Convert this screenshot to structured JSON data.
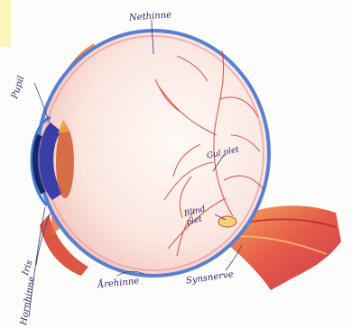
{
  "labels": {
    "top": "Nethinne",
    "pupil": "Pupil",
    "gul_plet": "Gul plet",
    "blind_plet": "Blind plet",
    "iris": "Iris",
    "aarehinne": "Årehinne",
    "synsnerve": "Synsnerve",
    "hornhinne": "Hornhinne"
  },
  "colors": {
    "sclera_outline": "#5b7fd0",
    "vessels": "#d2452f",
    "nerve": "#e0573a",
    "iris": "#3a3fa8",
    "note_yellow": "#fbf6b8"
  }
}
